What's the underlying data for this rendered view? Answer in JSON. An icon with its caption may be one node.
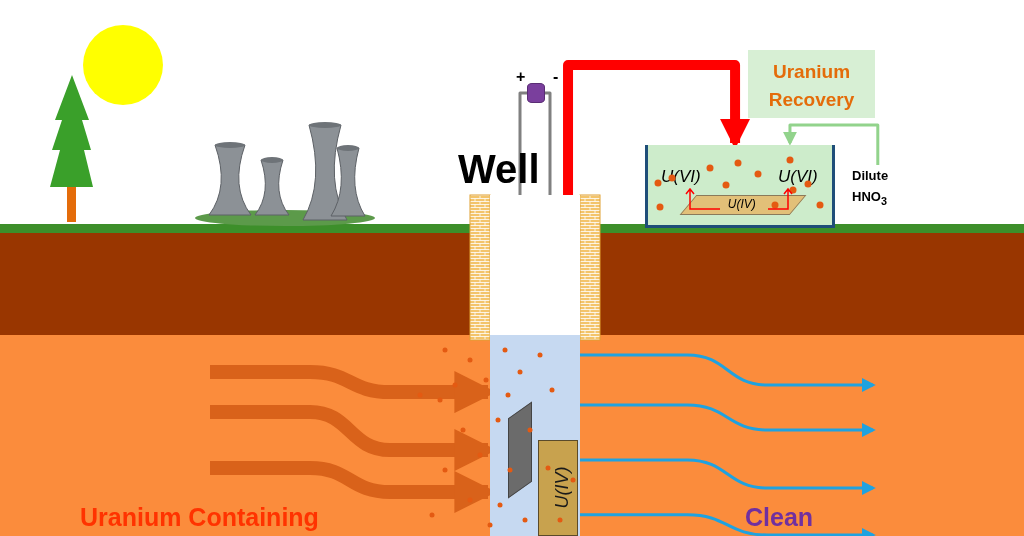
{
  "diagram": {
    "nodes": [
      {
        "text": [
          "Well"
        ]
      },
      {
        "text": [],
        "shape": "cylinder",
        "beside": [
          "+",
          "-"
        ]
      },
      {
        "text": [],
        "shape": "box",
        "in": 0
      },
      {
        "text": [
          "U(IV)"
        ],
        "in": 0
      },
      {
        "text": [
          "Uranium Recovery"
        ]
      },
      {
        "text": [
          "U(VI)",
          "U(VI)"
        ]
      },
      {
        "text": [
          "U(IV)"
        ],
        "in": 5
      },
      {
        "text": [
          "Dilute HNO$_{3}$"
        ]
      },
      {
        "text": [
          "Uranium Containing"
        ]
      },
      {
        "text": [
          "Clean"
        ]
      }
    ],
    "edges": [
      {
        "from": 0,
        "to": 5,
        "arrow": "to",
        "style": "thick",
        "color": "#ff0000"
      },
      {
        "from": 7,
        "to": 5,
        "arrow": "to",
        "color": "#92d38c"
      },
      {
        "from": 1,
        "to": 2,
        "arrow": "none",
        "color": "#808080"
      },
      {
        "from": 1,
        "to": 3,
        "arrow": "none",
        "color": "#808080"
      },
      {
        "from": null,
        "to": 0,
        "arrow": "to",
        "style": "thick",
        "color": "#d9621a"
      },
      {
        "from": null,
        "to": 0,
        "arrow": "to",
        "style": "thick",
        "color": "#d9621a"
      },
      {
        "from": null,
        "to": 0,
        "arrow": "to",
        "style": "thick",
        "color": "#d9621a"
      },
      {
        "from": 0,
        "to": null,
        "arrow": "to",
        "color": "#1fa2e0"
      },
      {
        "from": 0,
        "to": null,
        "arrow": "to",
        "color": "#1fa2e0"
      },
      {
        "from": 0,
        "to": null,
        "arrow": "to",
        "color": "#1fa2e0"
      },
      {
        "from": 0,
        "to": null,
        "arrow": "to",
        "color": "#1fa2e0"
      }
    ]
  }
}
